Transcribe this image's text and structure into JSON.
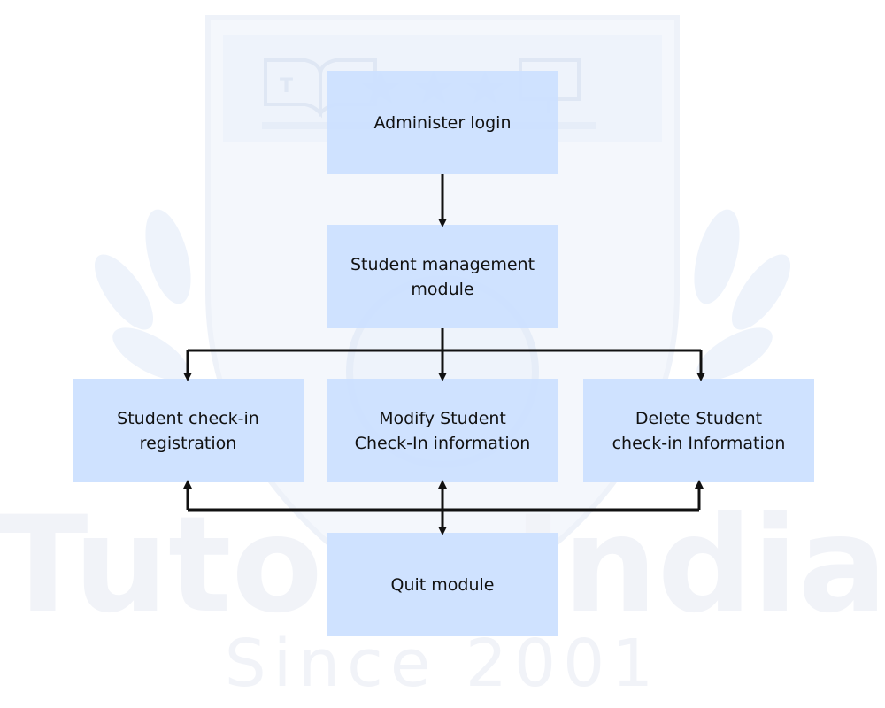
{
  "watermark": {
    "brand": "Tutors India",
    "since": "Since 2001",
    "badge_letter": "T"
  },
  "nodes": {
    "admin_login": "Administer login",
    "student_management": "Student management\nmodule",
    "checkin_registration": "Student check-in\nregistration",
    "modify_checkin": "Modify Student\nCheck-In information",
    "delete_checkin": "Delete Student\ncheck-in Information",
    "quit_module": "Quit module"
  },
  "colors": {
    "node_fill": "#cce0ff",
    "connector": "#111111",
    "watermark": "#dde6f5"
  }
}
